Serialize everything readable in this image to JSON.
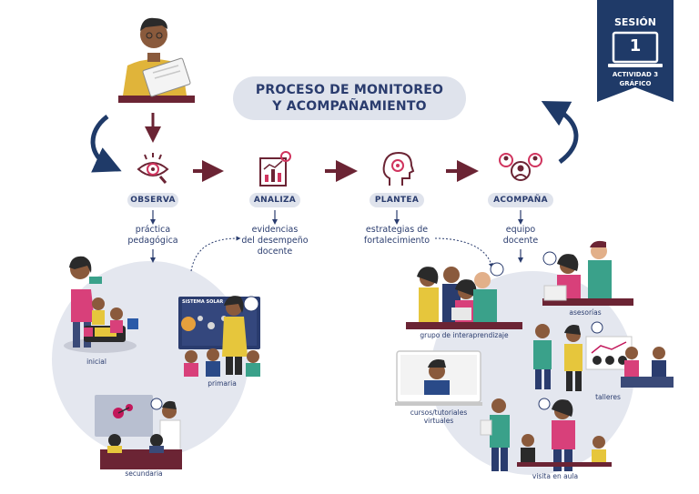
{
  "title": {
    "line1": "PROCESO DE MONITOREO",
    "line2": "Y ACOMPAÑAMIENTO"
  },
  "badge": {
    "session": "SESIÓN",
    "number": "1",
    "activity": "ACTIVIDAD 3",
    "type": "GRÁFICO"
  },
  "steps": [
    {
      "label": "OBSERVA",
      "desc1": "práctica",
      "desc2": "pedagógica",
      "desc3": "",
      "icon": "eye-icon"
    },
    {
      "label": "ANALIZA",
      "desc1": "evidencias",
      "desc2": "del desempeño",
      "desc3": "docente",
      "icon": "chart-board-icon"
    },
    {
      "label": "PLANTEA",
      "desc1": "estrategias de",
      "desc2": "fortalecimiento",
      "desc3": "",
      "icon": "head-gear-icon"
    },
    {
      "label": "ACOMPAÑA",
      "desc1": "equipo",
      "desc2": "docente",
      "desc3": "",
      "icon": "team-icon"
    }
  ],
  "left_levels": {
    "inicial": "inicial",
    "primaria": "primaria",
    "secundaria": "secundaria",
    "screen_title": "SISTEMA SOLAR"
  },
  "right_strategies": {
    "grupo": "grupo de interaprendizaje",
    "asesorias": "asesorías",
    "talleres": "talleres",
    "cursos1": "cursos/tutoriales",
    "cursos2": "virtuales",
    "visita": "visita en aula"
  },
  "colors": {
    "navy": "#1f3a68",
    "maroon": "#6b2434",
    "pill": "#dfe3ec",
    "circle": "#e4e7ef",
    "accent": "#c2185b"
  }
}
